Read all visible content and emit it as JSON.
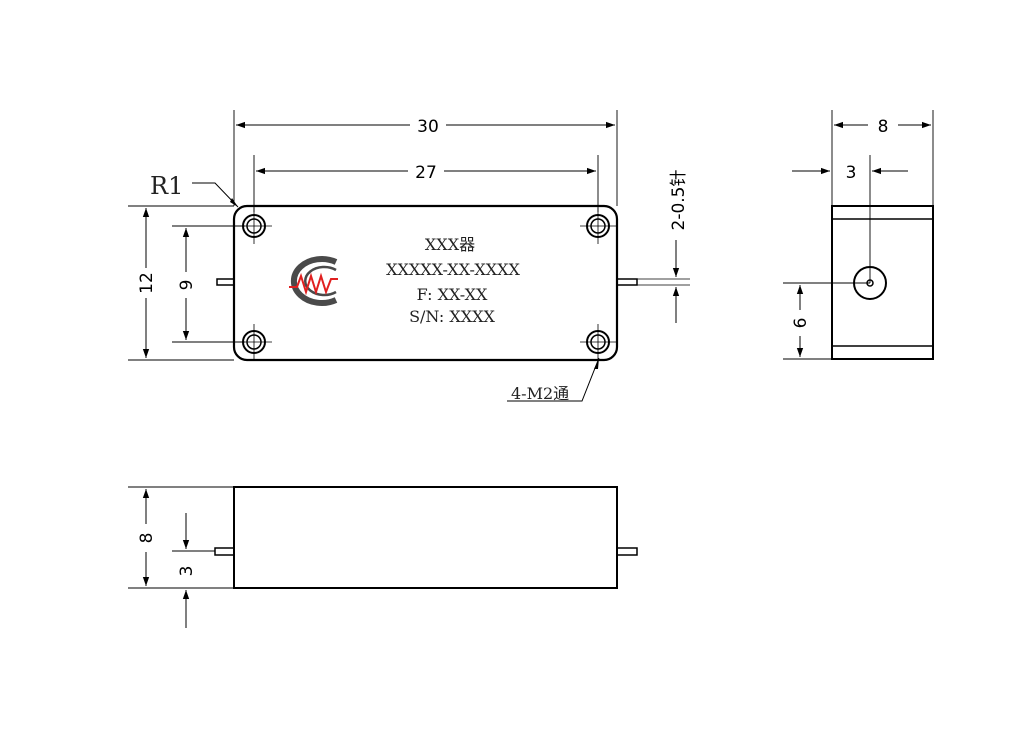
{
  "labels": {
    "product_name": "XXX器",
    "model_number": "XXXXX-XX-XXXX",
    "frequency": "F: XX-XX",
    "serial": "S/N: XXXX"
  },
  "callouts": {
    "corner_radius": "R1",
    "mounting_holes": "4-M2通",
    "pins": "2-0.5针"
  },
  "dimensions": {
    "top_length": "30",
    "hole_spacing_x": "27",
    "body_height": "12",
    "hole_spacing_y": "9",
    "side_width": "8",
    "pin_offset_side": "3",
    "pin_height_side": "6",
    "front_height": "8",
    "pin_height_front": "3"
  },
  "logo": {
    "text": "MW",
    "ring_color": "#4a4a4a",
    "accent_color": "#e02020"
  }
}
